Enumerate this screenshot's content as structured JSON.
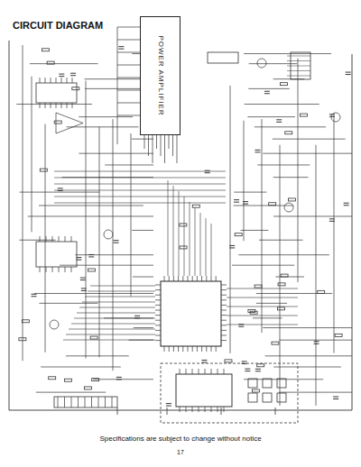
{
  "diagram": {
    "title": "CIRCUIT DIAGRAM",
    "caption": "Specifications are subject to change without notice",
    "nodes": [
      {
        "text": [
          "POWER AMPLIFIER"
        ]
      }
    ],
    "labels": [
      "17"
    ]
  }
}
